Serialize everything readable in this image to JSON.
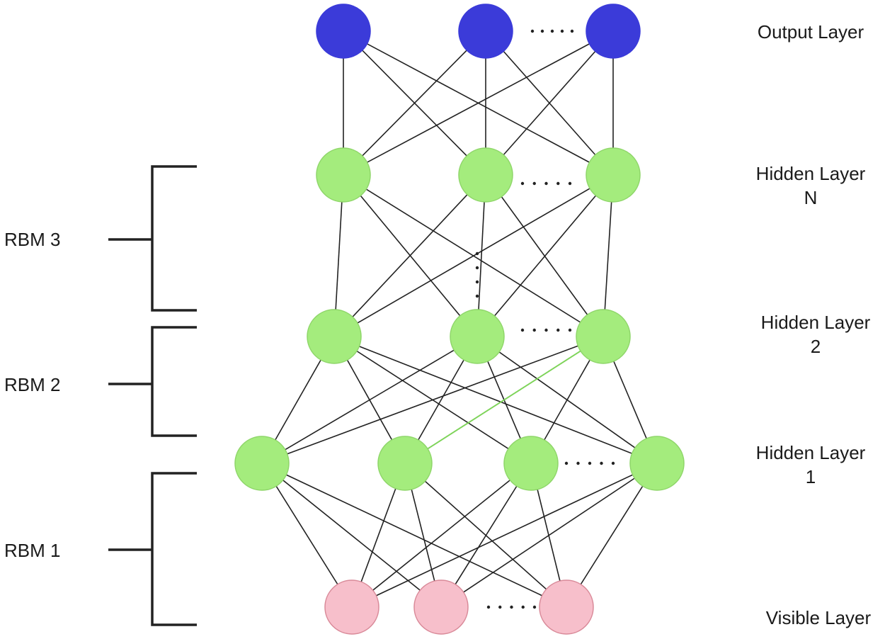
{
  "layers": {
    "output": {
      "line1": "Output Layer"
    },
    "hidden_n": {
      "line1": "Hidden Layer",
      "line2": "N"
    },
    "hidden_2": {
      "line1": "Hidden Layer",
      "line2": "2"
    },
    "hidden_1": {
      "line1": "Hidden Layer",
      "line2": "1"
    },
    "visible": {
      "line1": "Visible Layer"
    }
  },
  "rbm": {
    "rbm3": "RBM 3",
    "rbm2": "RBM 2",
    "rbm1": "RBM 1"
  },
  "colors": {
    "output_fill": "#3b3bd9",
    "hidden_fill": "#a4ec7d",
    "hidden_stroke": "#8fd66a",
    "visible_fill": "#f7bfcb",
    "visible_stroke": "#d98a99",
    "edge": "#222222",
    "highlight_edge": "#7ed957"
  }
}
